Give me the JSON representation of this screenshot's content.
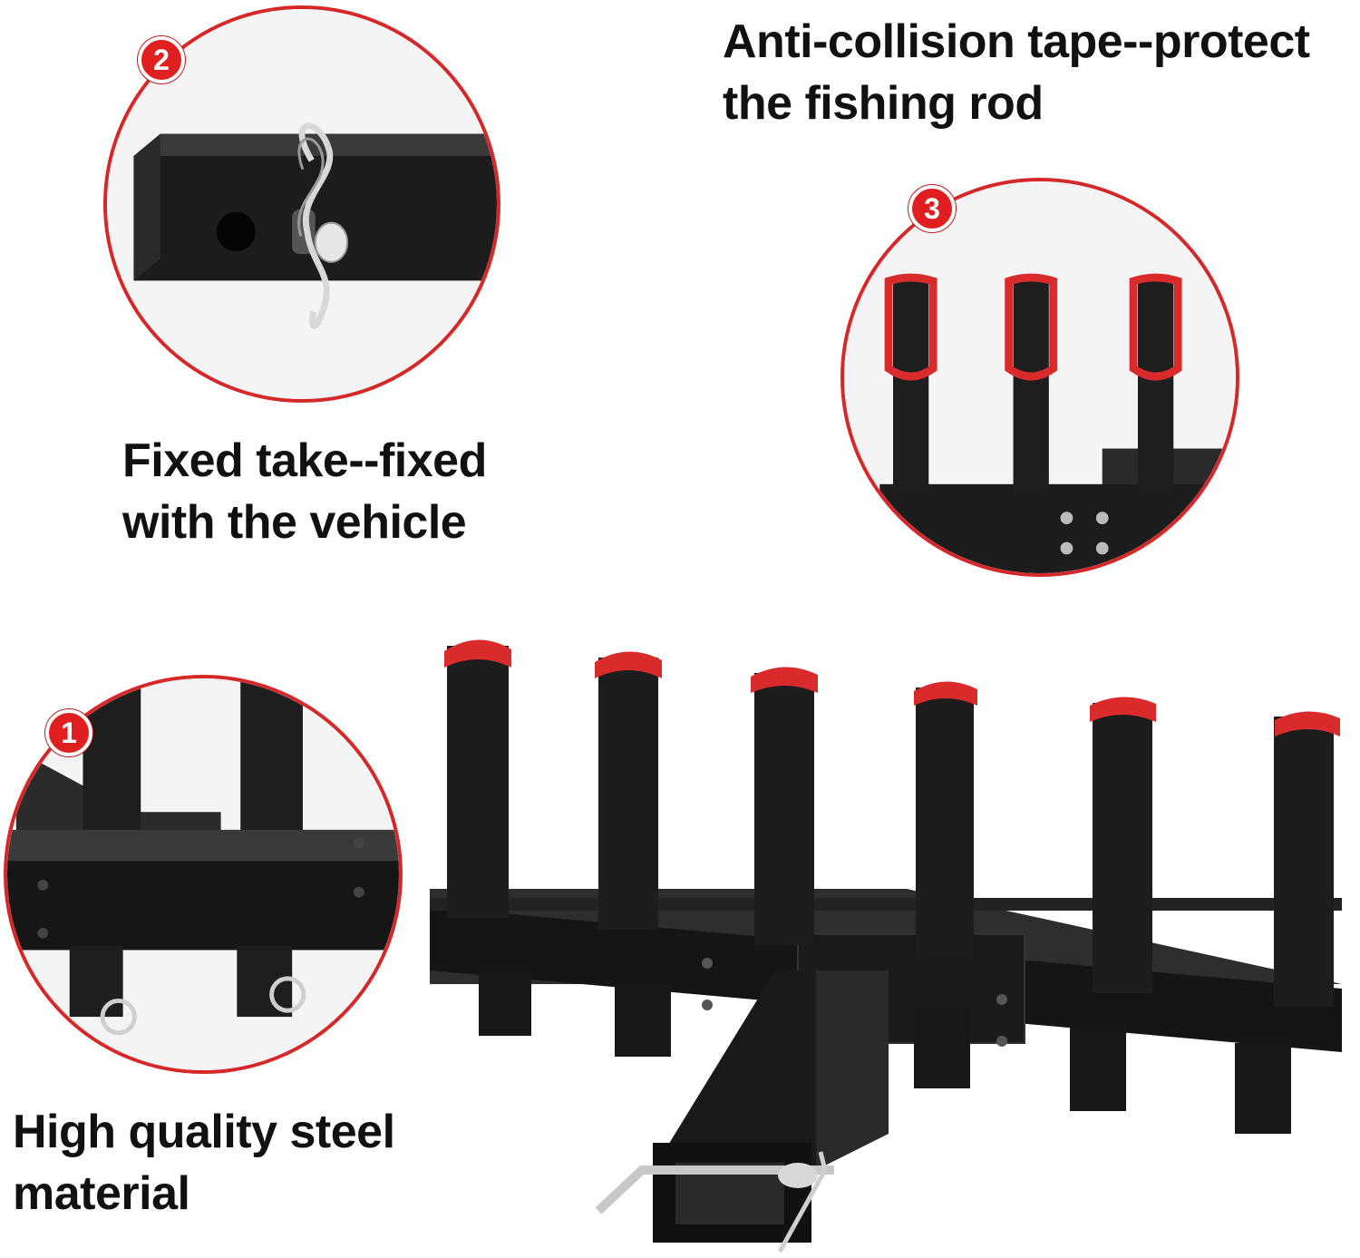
{
  "captions": {
    "anti_collision": {
      "line1": "Anti-collision tape--protect",
      "line2": "the fishing rod"
    },
    "fixed_take": {
      "line1": "Fixed take--fixed",
      "line2": "with the vehicle"
    },
    "steel": {
      "line1": "High quality steel",
      "line2": "material"
    }
  },
  "badges": {
    "hitch_pin": "2",
    "tape": "3",
    "steel": "1"
  },
  "colors": {
    "accent": "#d62828",
    "steel": "#1a1a1a",
    "tape": "#d92b2b",
    "chrome": "#c8c8c8"
  },
  "icons": {
    "badge": "numbered-circle-badge"
  }
}
